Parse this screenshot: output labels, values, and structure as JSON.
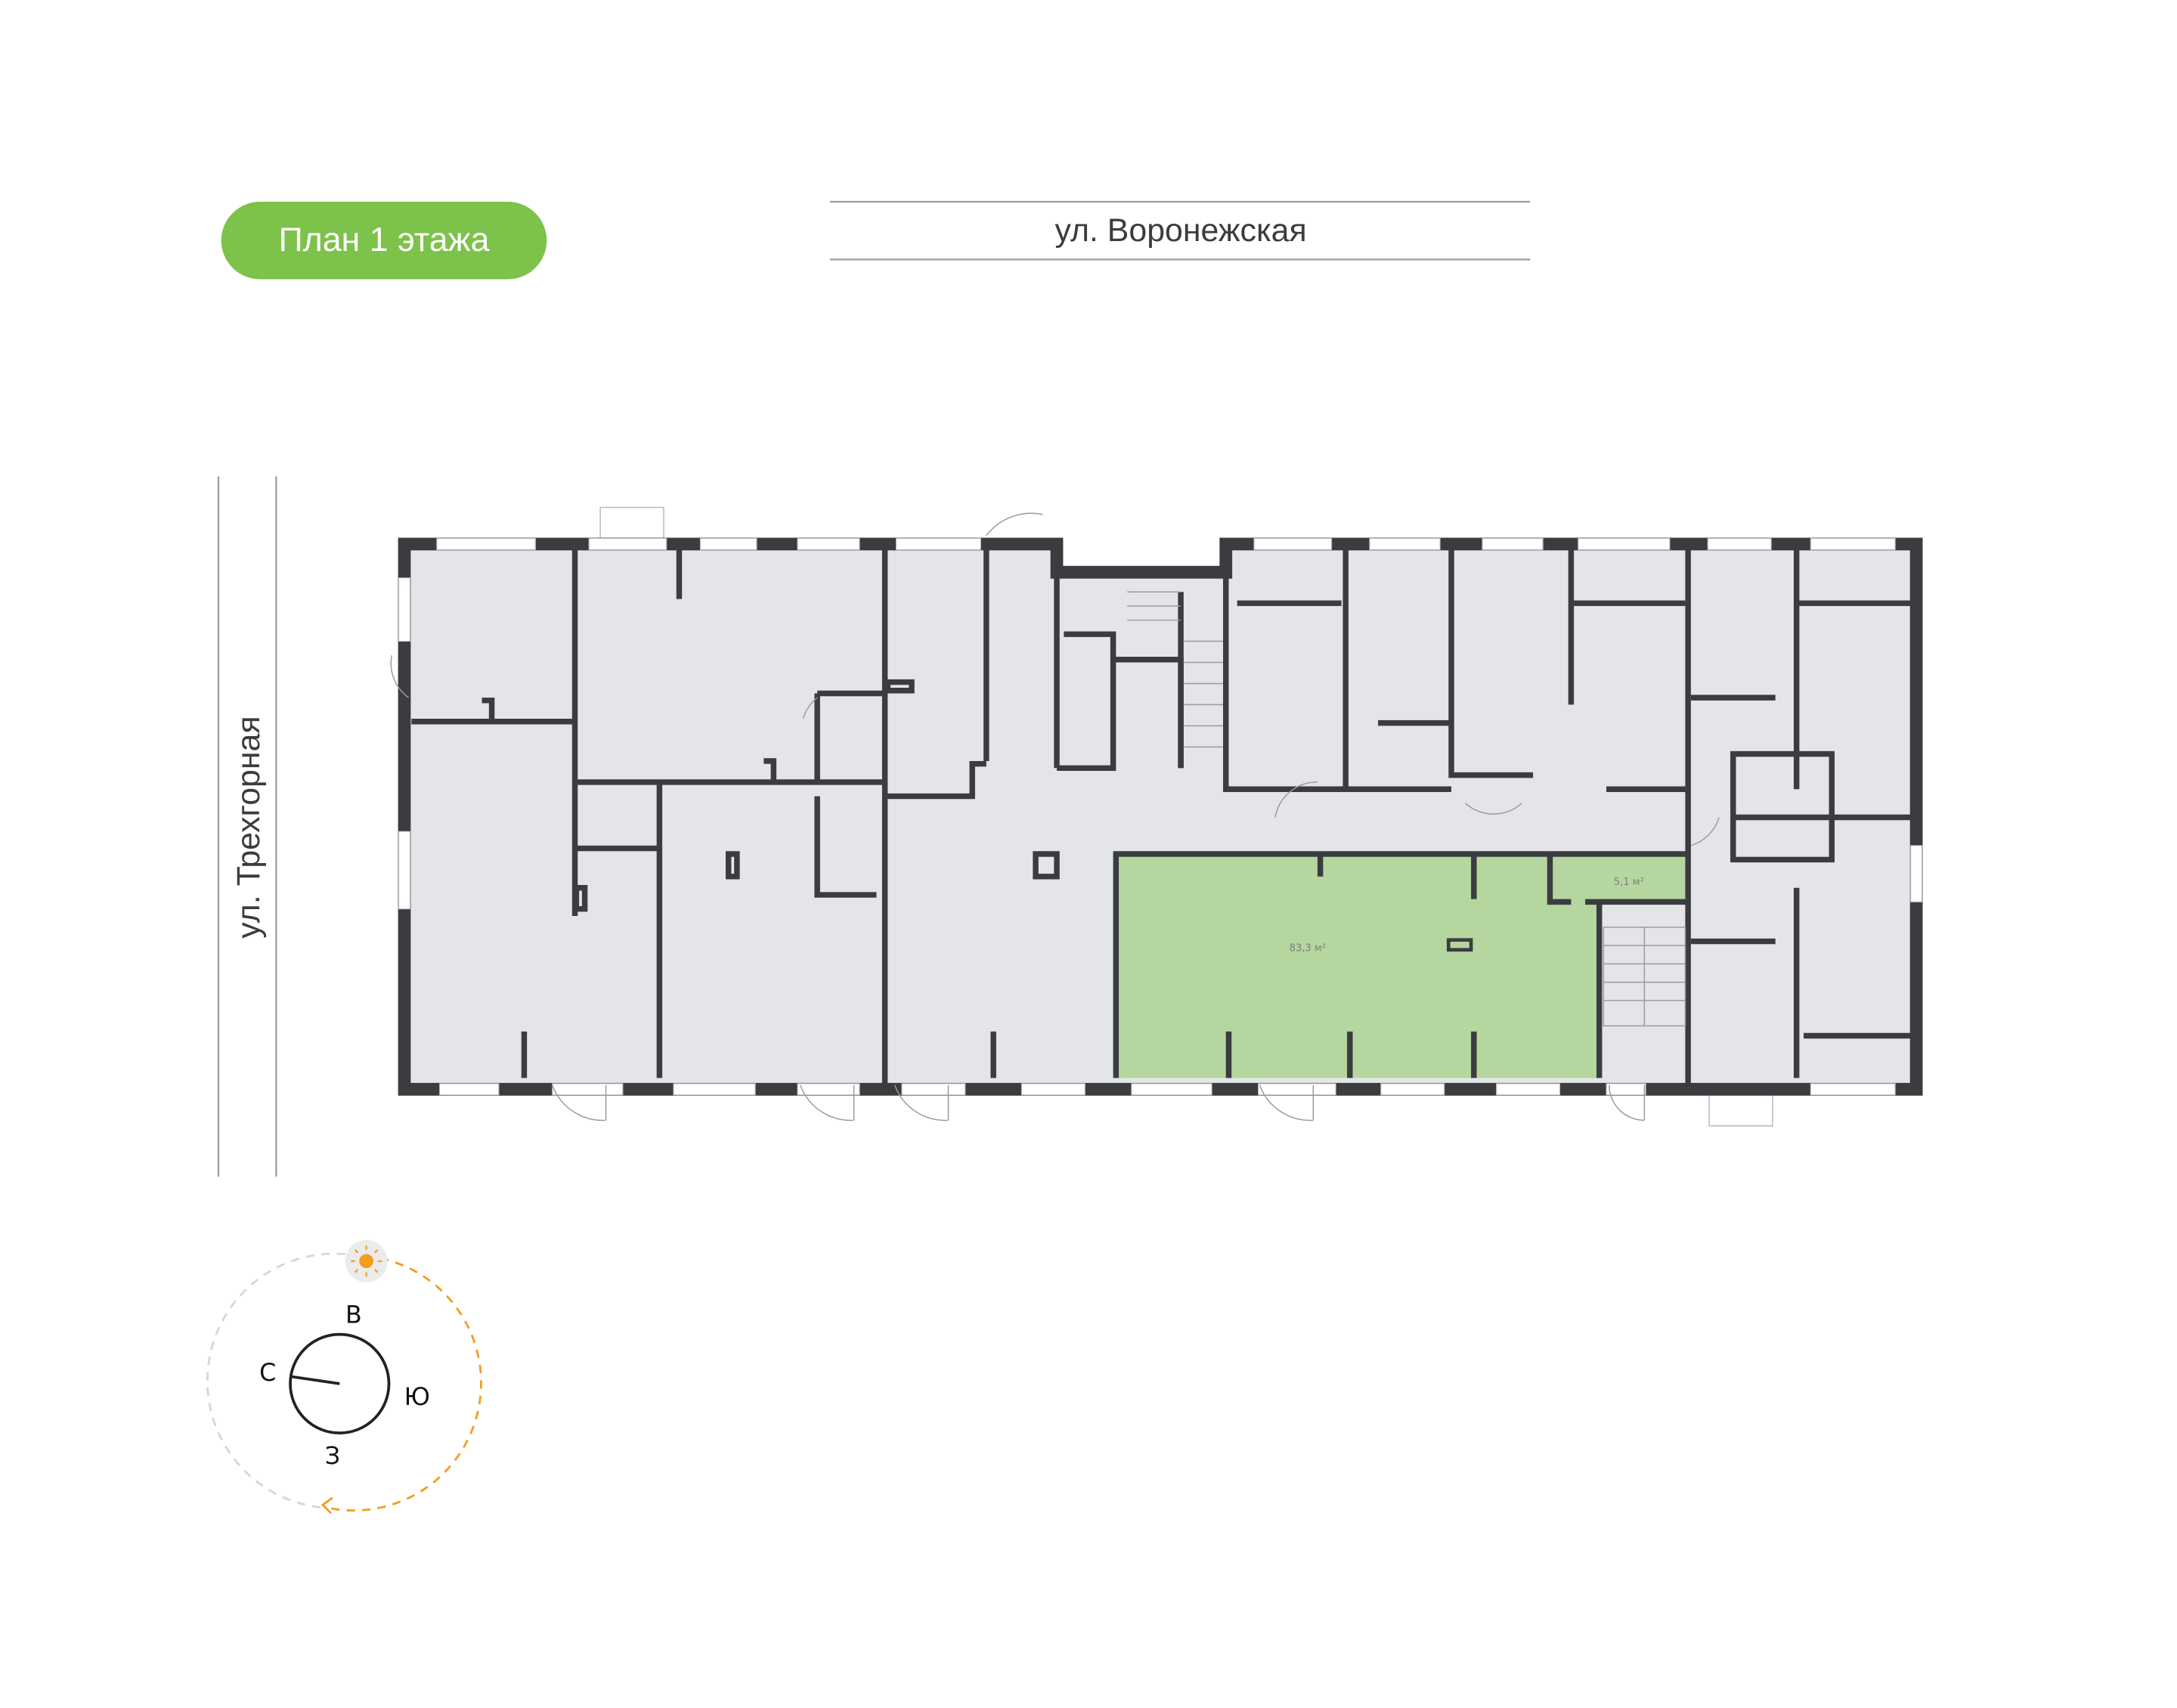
{
  "header": {
    "floor_badge": "План 1 этажа",
    "street_top": "ул. Воронежская",
    "street_left": "ул. Трехгорная"
  },
  "plan": {
    "highlighted_unit": {
      "main_area": "83,3 м²",
      "storage_area": "5,1 м²"
    }
  },
  "compass": {
    "east": "В",
    "north": "С",
    "south": "Ю",
    "west": "З"
  },
  "colors": {
    "accent": "#7dc24b",
    "highlight": "#b5d69e",
    "room": "#e4e5e9",
    "wall": "#3b3c40",
    "sun": "#f29d1f"
  }
}
